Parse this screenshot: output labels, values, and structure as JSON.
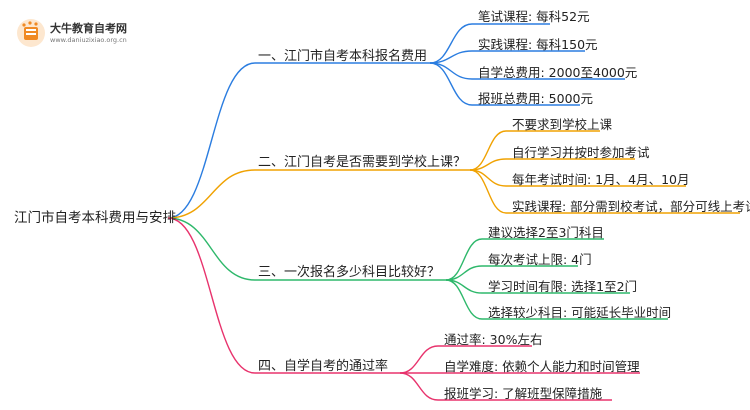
{
  "logo": {
    "title": "大牛教育自考网",
    "url": "www.daniuzixiao.org.cn"
  },
  "mindmap": {
    "root": "江门市自考本科费用与安排",
    "branches": [
      {
        "label": "一、江门市自考本科报名费用",
        "color": "#2b7de0",
        "leaves": [
          "笔试课程: 每科52元",
          "实践课程: 每科150元",
          "自学总费用: 2000至4000元",
          "报班总费用: 5000元"
        ]
      },
      {
        "label": "二、江门自考是否需要到学校上课？",
        "color": "#f0a202",
        "leaves": [
          "不要求到学校上课",
          "自行学习并按时参加考试",
          "每年考试时间: 1月、4月、10月",
          "实践课程: 部分需到校考试，部分可线上考试"
        ]
      },
      {
        "label": "三、一次报名多少科目比较好？",
        "color": "#2eb86b",
        "leaves": [
          "建议选择2至3门科目",
          "每次考试上限: 4门",
          "学习时间有限: 选择1至2门",
          "选择较少科目: 可能延长毕业时间"
        ]
      },
      {
        "label": "四、自学自考的通过率",
        "color": "#e8336d",
        "leaves": [
          "通过率: 30%左右",
          "自学难度: 依赖个人能力和时间管理",
          "报班学习: 了解班型保障措施"
        ]
      }
    ]
  }
}
